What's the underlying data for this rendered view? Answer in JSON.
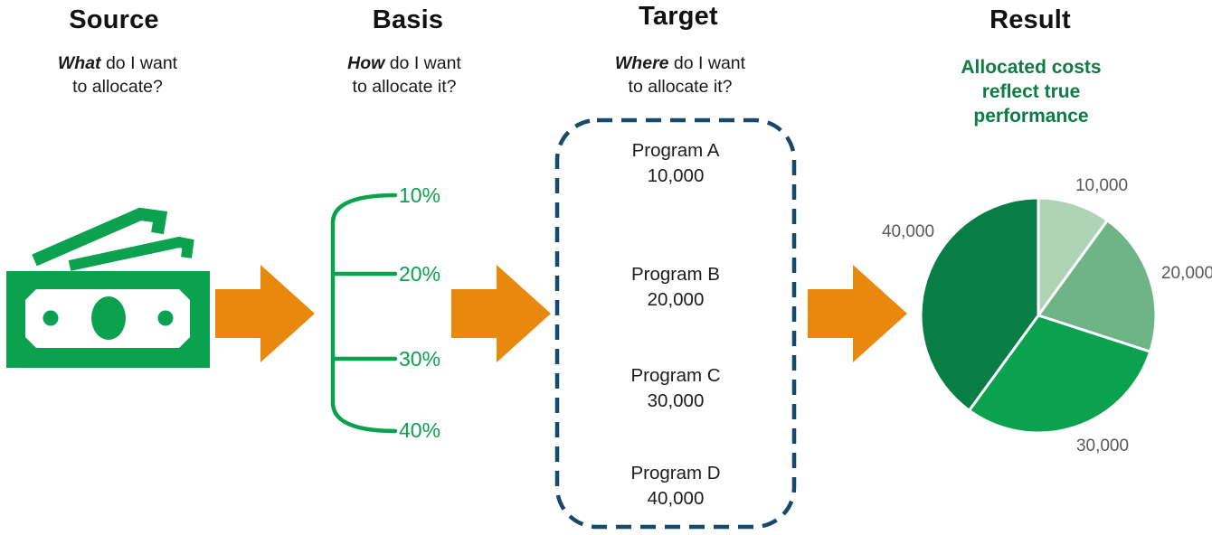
{
  "columns": [
    {
      "heading": "Source",
      "question_emphasis": "What",
      "question_rest": " do I want",
      "question_line2": "to allocate?"
    },
    {
      "heading": "Basis",
      "question_emphasis": "How",
      "question_rest": " do I want",
      "question_line2": "to allocate it?"
    },
    {
      "heading": "Target",
      "question_emphasis": "Where",
      "question_rest": " do I want",
      "question_line2": "to allocate it?"
    },
    {
      "heading": "Result",
      "benefit_line1": "Allocated costs",
      "benefit_line2": "reflect true",
      "benefit_line3": "performance"
    }
  ],
  "source": {
    "icon": "money-bills-icon"
  },
  "basis": {
    "percentages": [
      "10%",
      "20%",
      "30%",
      "40%"
    ]
  },
  "target": {
    "programs": [
      {
        "name": "Program A",
        "value": "10,000"
      },
      {
        "name": "Program B",
        "value": "20,000"
      },
      {
        "name": "Program C",
        "value": "30,000"
      },
      {
        "name": "Program D",
        "value": "40,000"
      }
    ]
  },
  "chart_data": {
    "type": "pie",
    "labels": [
      "10,000",
      "20,000",
      "30,000",
      "40,000"
    ],
    "values": [
      10000,
      20000,
      30000,
      40000
    ],
    "colors": [
      "#aed3b5",
      "#6fb487",
      "#0aa14f",
      "#087d45"
    ],
    "start_angle_deg": 0,
    "direction": "clockwise",
    "slice_gap_color": "#ffffff",
    "legend_position": "none",
    "title": ""
  },
  "colors": {
    "brand_green": "#0ba14f",
    "dark_green": "#087d45",
    "text_green": "#0e7c43",
    "arrow_orange": "#e8890e",
    "dashed_border_navy": "#17496b",
    "label_gray": "#595959"
  }
}
